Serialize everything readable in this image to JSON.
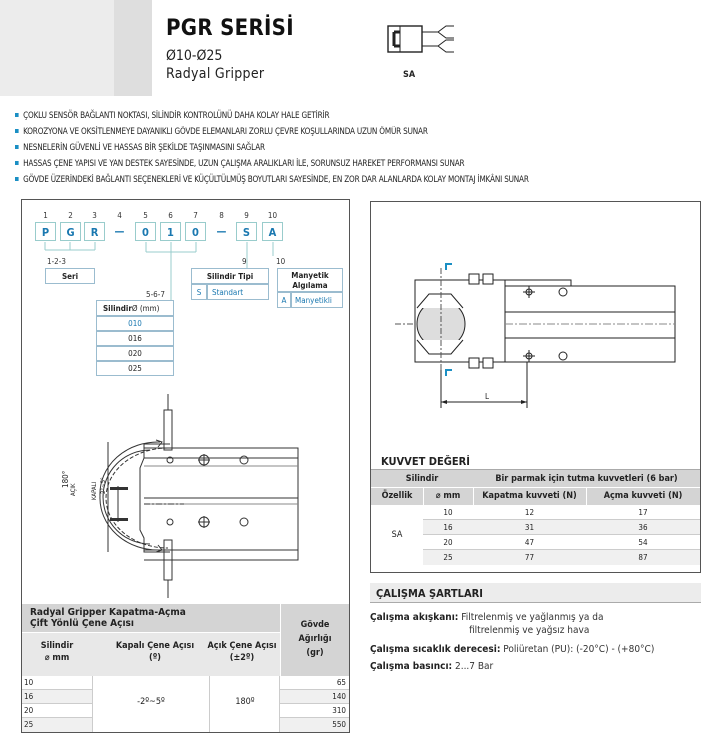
{
  "header": {
    "title": "PGR SERİSİ",
    "size_range": "Ø10-Ø25",
    "product_name": "Radyal Gripper",
    "symbol_label": "SA"
  },
  "features": [
    "ÇOKLU SENSÖR BAĞLANTI NOKTASI, SİLİNDİR KONTROLÜNÜ DAHA KOLAY HALE GETİRİR",
    "KOROZYONA VE OKSİTLENMEYE DAYANIKLI GÖVDE ELEMANLARI ZORLU ÇEVRE KOŞULLARINDA UZUN ÖMÜR SUNAR",
    "NESNELERİN GÜVENLİ VE HASSAS BİR ŞEKİLDE TAŞINMASINI SAĞLAR",
    "HASSAS ÇENE YAPISI VE YAN DESTEK SAYESİNDE, UZUN ÇALIŞMA ARALIKLARI İLE, SORUNSUZ HAREKET PERFORMANSI SUNAR",
    "GÖVDE ÜZERİNDEKİ BAĞLANTI SEÇENEKLERİ VE KÜÇÜLTÜLMÜŞ BOYUTLARI SAYESİNDE, EN ZOR DAR ALANLARDA KOLAY MONTAJ İMKÂNI SUNAR"
  ],
  "ordering": {
    "positions": [
      "1",
      "2",
      "3",
      "4",
      "5",
      "6",
      "7",
      "8",
      "9",
      "10"
    ],
    "codes": [
      "P",
      "G",
      "R",
      "—",
      "0",
      "1",
      "0",
      "—",
      "S",
      "A"
    ],
    "seri": {
      "index": "1-2-3",
      "label": "Seri"
    },
    "cylinder": {
      "index": "5-6-7",
      "label": "Silindir",
      "unit": "Ø (mm)",
      "options": [
        "010",
        "016",
        "020",
        "025"
      ]
    },
    "cyl_type": {
      "index": "9",
      "label": "Silindir Tipi",
      "code": "S",
      "value": "Standart"
    },
    "magnetic": {
      "index": "10",
      "label": "Manyetik Algılama",
      "code": "A",
      "value": "Manyetikli"
    }
  },
  "gripper_drawing": {
    "closed_label": "-2°~5°",
    "open_label": "180°",
    "side_open": "AÇIK",
    "side_closed": "KAPALI"
  },
  "angle_table": {
    "title_line1": "Radyal Gripper Kapatma-Açma",
    "title_line2": "Çift Yönlü Çene Açısı",
    "weight_header": "Gövde Ağırlığı (gr)",
    "col_cyl": "Silindir",
    "col_cyl_unit": "⌀ mm",
    "col_closed": "Kapalı Çene Açısı (º)",
    "col_open": "Açık Çene Açısı (±2º)",
    "cylinders": [
      "10",
      "16",
      "20",
      "25"
    ],
    "closed_angle": "-2º~5º",
    "open_angle": "180º",
    "weights": [
      "65",
      "140",
      "310",
      "550"
    ]
  },
  "dim_drawing": {
    "length_label": "L"
  },
  "force_table": {
    "title": "KUVVET DEĞERİ",
    "h_cyl": "Silindir",
    "h_force": "Bir parmak için tutma kuvvetleri (6 bar)",
    "h_feature": "Özellik",
    "h_diam": "⌀ mm",
    "h_close": "Kapatma kuvveti (N)",
    "h_open": "Açma kuvveti (N)",
    "feature": "SA",
    "rows": [
      {
        "d": "10",
        "close": "12",
        "open": "17"
      },
      {
        "d": "16",
        "close": "31",
        "open": "36"
      },
      {
        "d": "20",
        "close": "47",
        "open": "54"
      },
      {
        "d": "25",
        "close": "77",
        "open": "87"
      }
    ]
  },
  "conditions": {
    "title": "ÇALIŞMA ŞARTLARI",
    "fluid_label": "Çalışma akışkanı:",
    "fluid_value1": "Filtrelenmiş ve yağlanmış ya da",
    "fluid_value2": "filtrelenmiş ve yağsız hava",
    "temp_label": "Çalışma sıcaklık derecesi:",
    "temp_value": "Poliüretan (PU): (-20°C) - (+80°C)",
    "pressure_label": "Çalışma basıncı:",
    "pressure_value": "2...7 Bar"
  },
  "colors": {
    "accent": "#1a8fc4",
    "header_grey": "#ececec",
    "table_header": "#d4d4d4"
  }
}
